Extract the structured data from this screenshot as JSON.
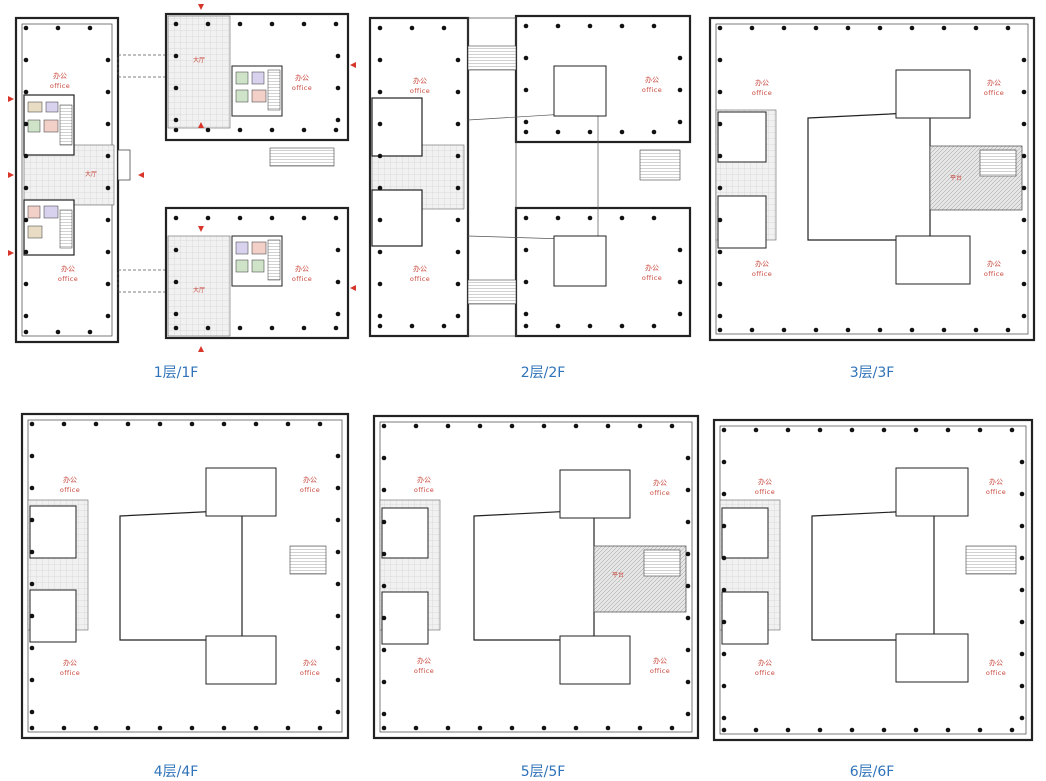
{
  "floors": [
    {
      "caption": "1层/1F",
      "labels": [
        {
          "zh": "办公",
          "en": "office"
        },
        {
          "zh": "办公",
          "en": "office"
        },
        {
          "zh": "办公",
          "en": "office"
        },
        {
          "zh": "办公",
          "en": "office"
        },
        {
          "zh": "大厅"
        },
        {
          "zh": "大厅"
        },
        {
          "zh": "大厅"
        }
      ]
    },
    {
      "caption": "2层/2F",
      "labels": [
        {
          "zh": "办公",
          "en": "office"
        },
        {
          "zh": "办公",
          "en": "office"
        },
        {
          "zh": "办公",
          "en": "office"
        },
        {
          "zh": "办公",
          "en": "office"
        }
      ]
    },
    {
      "caption": "3层/3F",
      "labels": [
        {
          "zh": "办公",
          "en": "office"
        },
        {
          "zh": "办公",
          "en": "office"
        },
        {
          "zh": "办公",
          "en": "office"
        },
        {
          "zh": "办公",
          "en": "office"
        },
        {
          "zh": "平台"
        }
      ]
    },
    {
      "caption": "4层/4F",
      "labels": [
        {
          "zh": "办公",
          "en": "office"
        },
        {
          "zh": "办公",
          "en": "office"
        },
        {
          "zh": "办公",
          "en": "office"
        },
        {
          "zh": "办公",
          "en": "office"
        }
      ]
    },
    {
      "caption": "5层/5F",
      "labels": [
        {
          "zh": "办公",
          "en": "office"
        },
        {
          "zh": "办公",
          "en": "office"
        },
        {
          "zh": "办公",
          "en": "office"
        },
        {
          "zh": "办公",
          "en": "office"
        },
        {
          "zh": "平台"
        }
      ]
    },
    {
      "caption": "6层/6F",
      "labels": [
        {
          "zh": "办公",
          "en": "office"
        },
        {
          "zh": "办公",
          "en": "office"
        },
        {
          "zh": "办公",
          "en": "office"
        },
        {
          "zh": "办公",
          "en": "office"
        }
      ]
    }
  ],
  "colors": {
    "caption": "#2f73b8",
    "label": "#c8453a",
    "wall": "#222222",
    "lobby_fill": "#efefef",
    "core_pink": "#f2cfc7",
    "core_green": "#cfe3c9",
    "core_lilac": "#d9d2ee",
    "core_tan": "#e8dcc4",
    "entrance_arrow": "#d8362a"
  }
}
